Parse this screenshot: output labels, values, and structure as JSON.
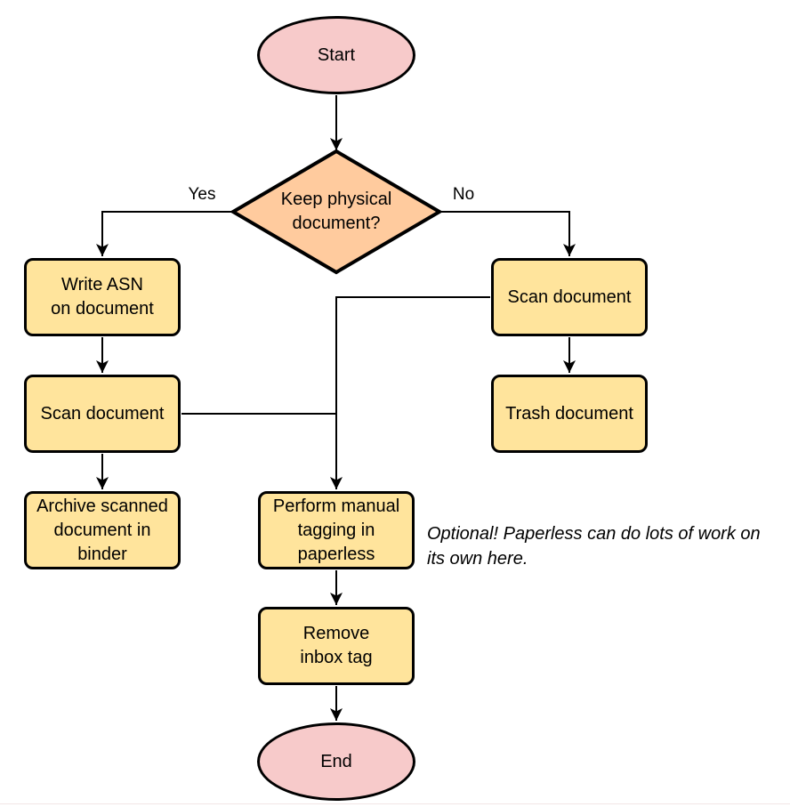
{
  "diagram": {
    "type": "flowchart",
    "colors": {
      "background": "#FFFFFF",
      "terminal_fill": "#F7CACA",
      "process_fill": "#FFE49C",
      "decision_fill": "#FFCB9E",
      "line": "#000000",
      "bottom_rule": "#F2E6E6"
    },
    "nodes": {
      "start": {
        "label": "Start",
        "type": "terminal"
      },
      "decision": {
        "label": "Keep physical\ndocument?",
        "type": "decision"
      },
      "write_asn": {
        "label": "Write ASN\non document",
        "type": "process"
      },
      "scan_left": {
        "label": "Scan document",
        "type": "process"
      },
      "archive": {
        "label": "Archive scanned\ndocument in\nbinder",
        "type": "process"
      },
      "scan_right": {
        "label": "Scan document",
        "type": "process"
      },
      "trash": {
        "label": "Trash document",
        "type": "process"
      },
      "perform_tagging": {
        "label": "Perform manual\ntagging in\npaperless",
        "type": "process"
      },
      "remove_inbox": {
        "label": "Remove\ninbox tag",
        "type": "process"
      },
      "end": {
        "label": "End",
        "type": "terminal"
      }
    },
    "edge_labels": {
      "yes": "Yes",
      "no": "No"
    },
    "note": "Optional! Paperless can do lots of work on\nits own here."
  }
}
